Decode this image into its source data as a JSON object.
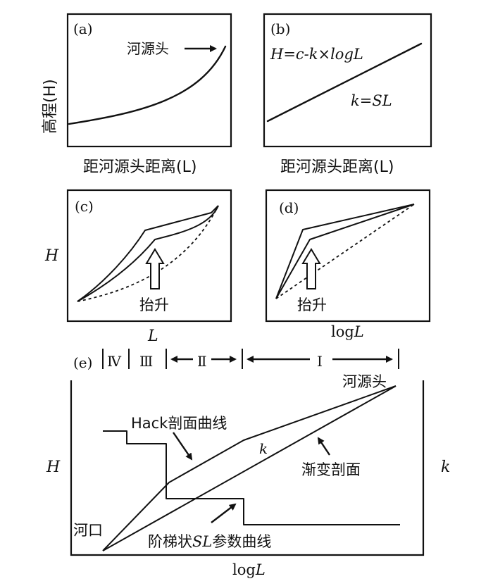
{
  "panels": {
    "a": {
      "label": "(a)",
      "source_label": "河源头",
      "ylabel": "高程(H)",
      "xlabel": "距河源头距离(L)"
    },
    "b": {
      "label": "(b)",
      "equation": "H=c-k×logL",
      "k_equation": "k=SL",
      "xlabel": "距河源头距离(L)"
    },
    "c": {
      "label": "(c)",
      "uplift_label": "抬升",
      "ylabel": "H",
      "xlabel": "L"
    },
    "d": {
      "label": "(d)",
      "uplift_label": "抬升",
      "xlabel_prefix": "log",
      "xlabel_var": "L"
    },
    "e": {
      "label": "(e)",
      "zones": [
        "Ⅳ",
        "Ⅲ",
        "Ⅱ",
        "Ⅰ"
      ],
      "source_label": "河源头",
      "mouth_label": "河口",
      "hack_label": "Hack剖面曲线",
      "k_inline": "k",
      "graded_label": "渐变剖面",
      "sl_label_pre": "阶梯状",
      "sl_label_var": "SL",
      "sl_label_post": "参数曲线",
      "ylabel_left": "H",
      "ylabel_right": "k",
      "xlabel_prefix": "log",
      "xlabel_var": "L"
    }
  }
}
